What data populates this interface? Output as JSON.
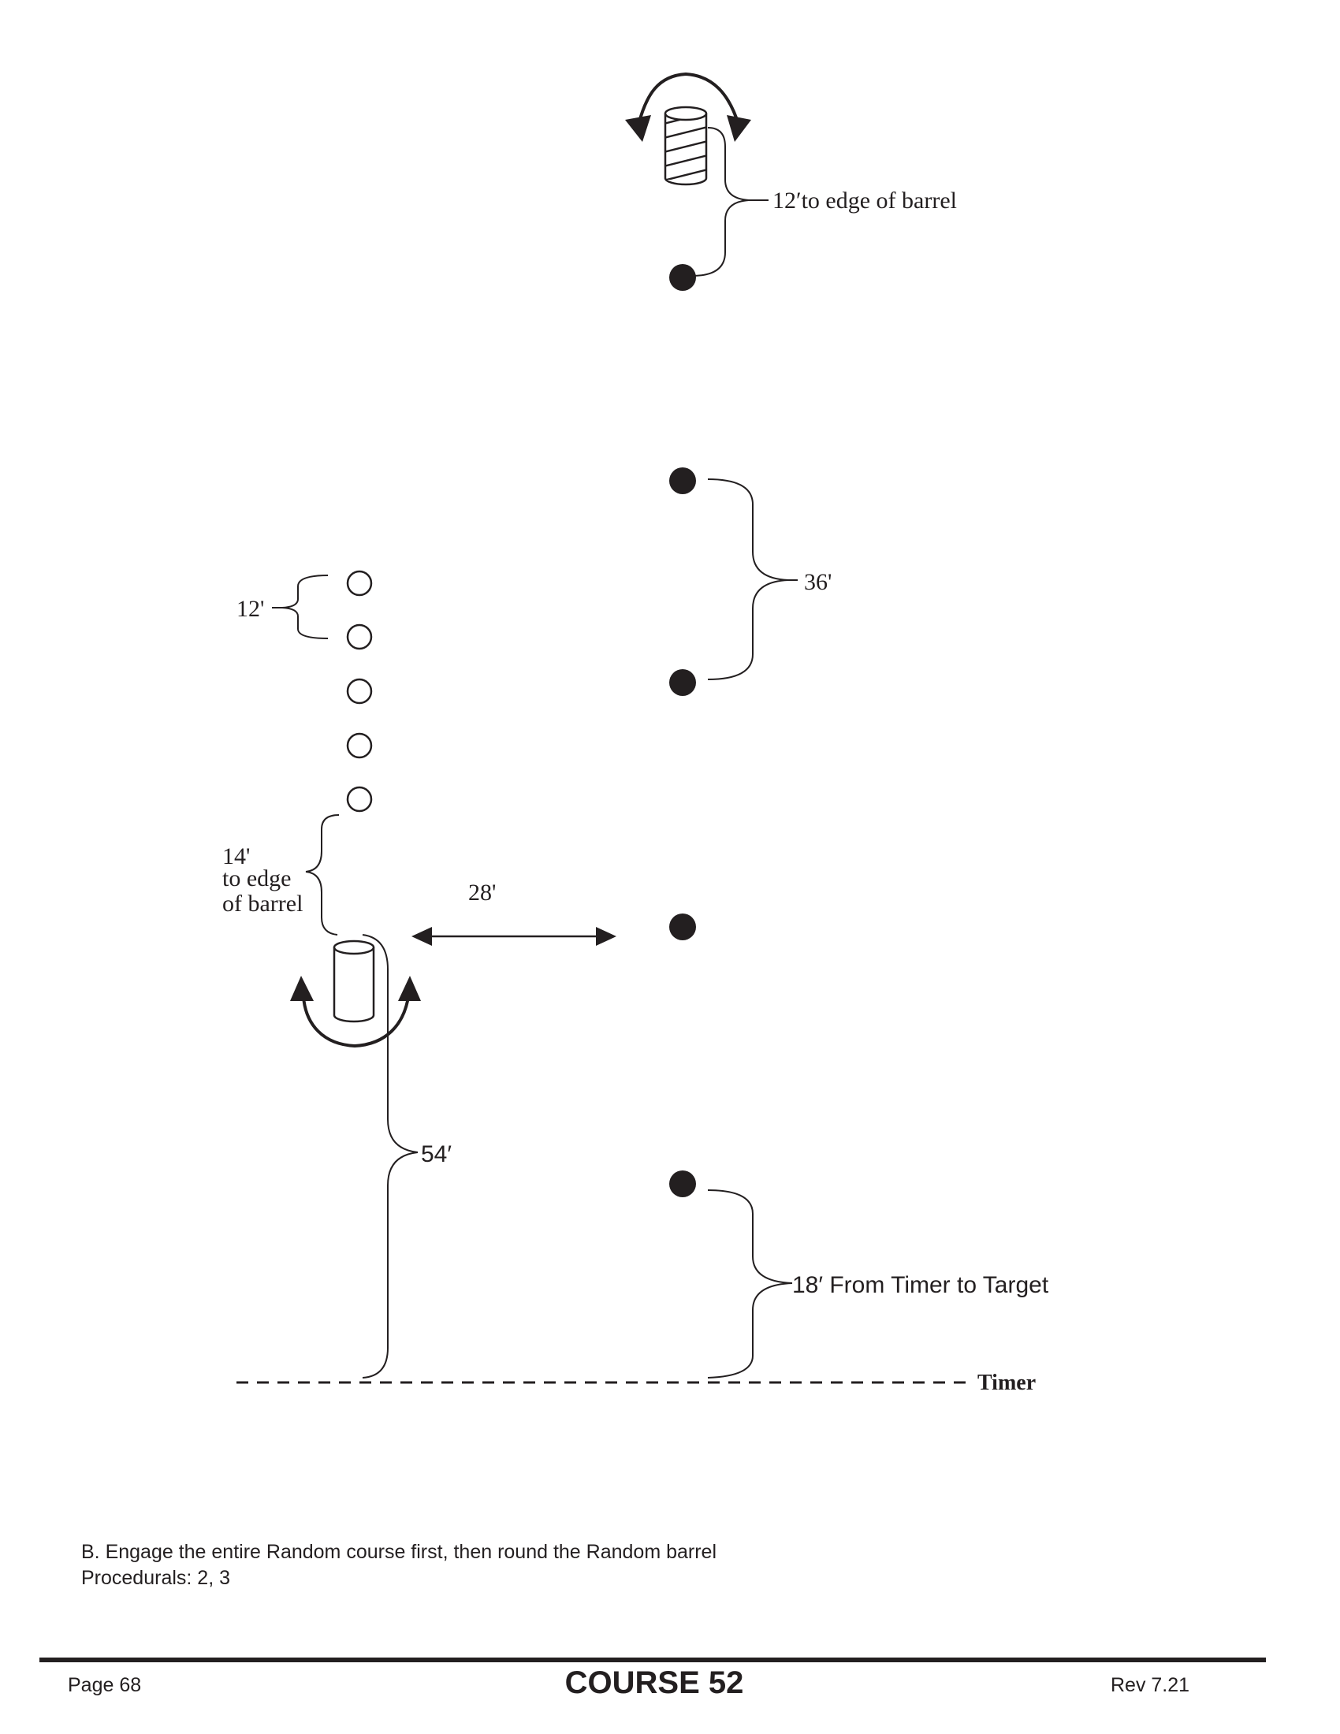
{
  "diagram": {
    "labels": {
      "top_barrel_distance": "12′to edge of barrel",
      "spacing_36": "36'",
      "spacing_12": "12'",
      "barrel_14_line1": "14'",
      "barrel_14_line2": "to edge",
      "barrel_14_line3": "of barrel",
      "spacing_28": "28'",
      "spacing_54": "54′",
      "timer_to_target": "18′ From Timer to Target",
      "timer": "Timer"
    }
  },
  "notes": {
    "line1": "B. Engage the entire Random course first, then round the Random barrel",
    "line2": "Procedurals:  2, 3"
  },
  "footer": {
    "page": "Page 68",
    "course": "COURSE 52",
    "revision": "Rev 7.21"
  }
}
